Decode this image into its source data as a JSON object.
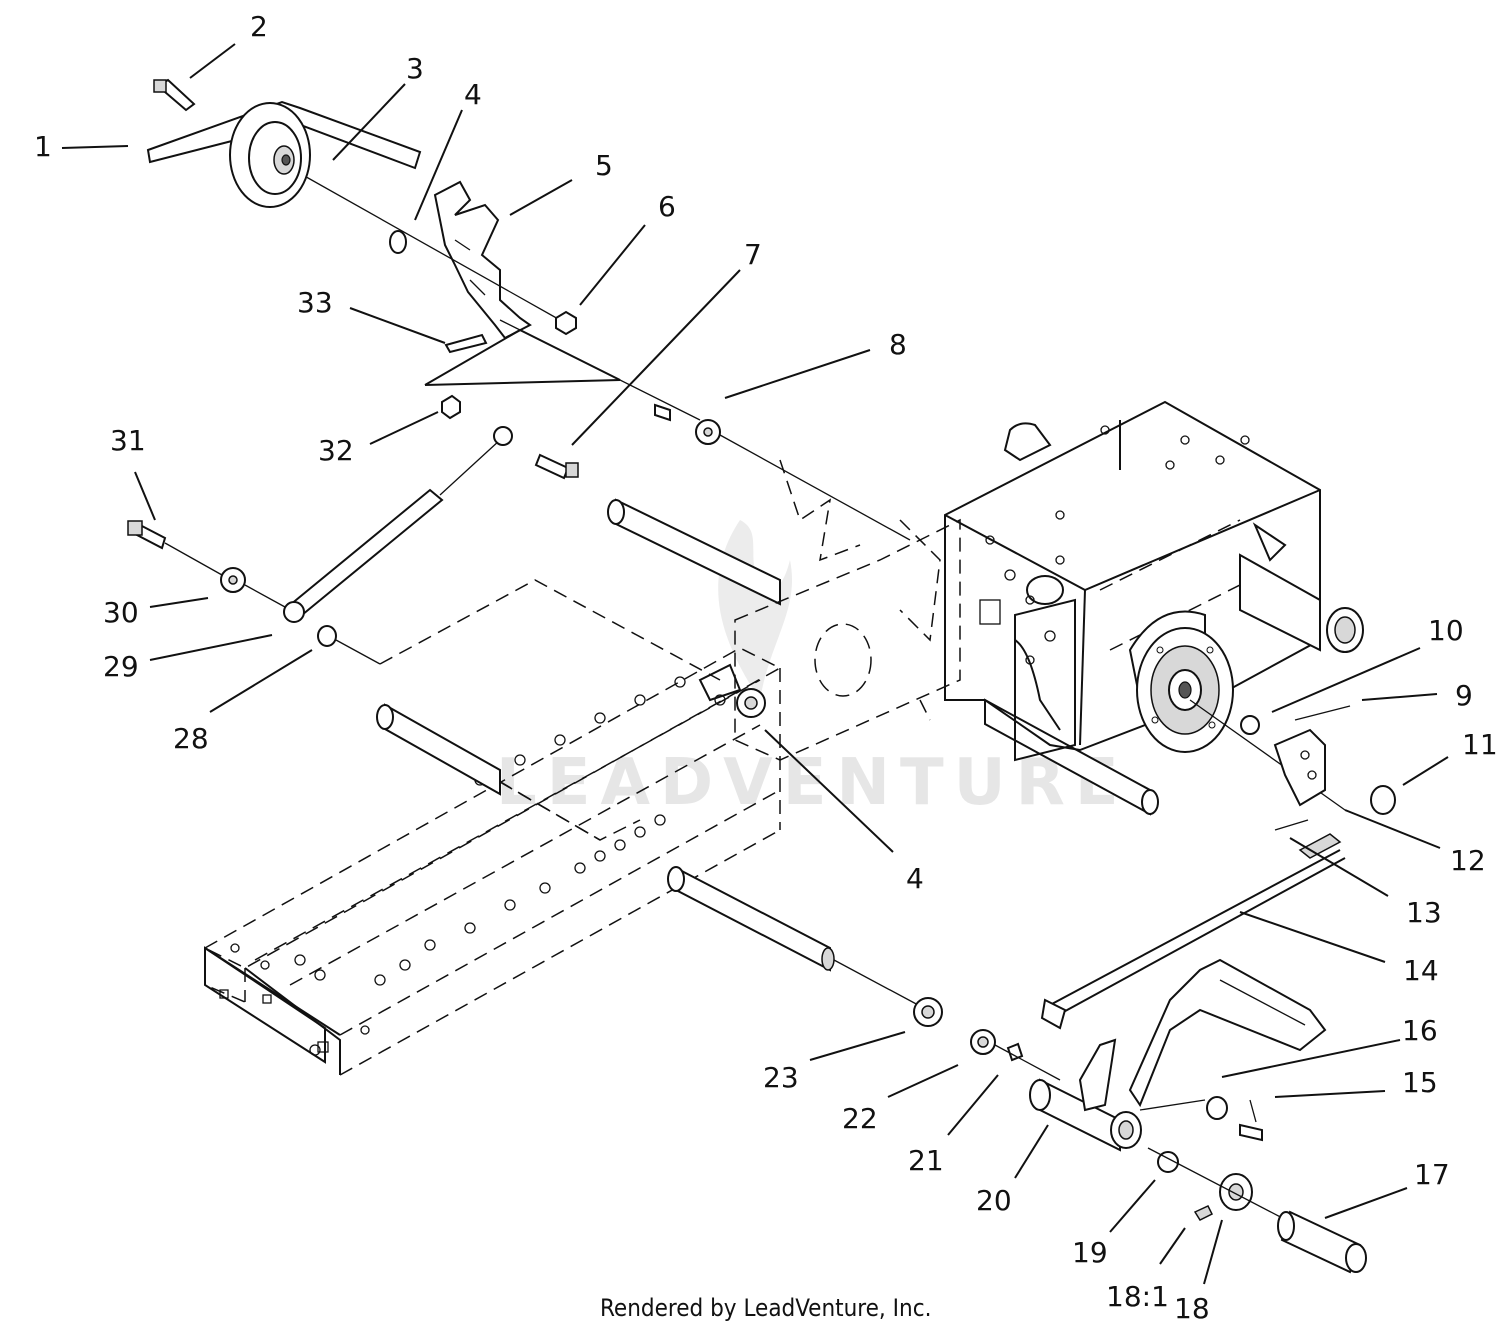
{
  "diagram": {
    "footer": "Rendered by LeadVenture, Inc.",
    "watermark": "LEADVENTURE",
    "callouts": [
      {
        "id": "c1",
        "label": "1"
      },
      {
        "id": "c2",
        "label": "2"
      },
      {
        "id": "c3",
        "label": "3"
      },
      {
        "id": "c4a",
        "label": "4"
      },
      {
        "id": "c5",
        "label": "5"
      },
      {
        "id": "c6",
        "label": "6"
      },
      {
        "id": "c7",
        "label": "7"
      },
      {
        "id": "c33",
        "label": "33"
      },
      {
        "id": "c8",
        "label": "8"
      },
      {
        "id": "c31",
        "label": "31"
      },
      {
        "id": "c32",
        "label": "32"
      },
      {
        "id": "c30",
        "label": "30"
      },
      {
        "id": "c29",
        "label": "29"
      },
      {
        "id": "c28",
        "label": "28"
      },
      {
        "id": "c4b",
        "label": "4"
      },
      {
        "id": "c10",
        "label": "10"
      },
      {
        "id": "c9",
        "label": "9"
      },
      {
        "id": "c11",
        "label": "11"
      },
      {
        "id": "c12",
        "label": "12"
      },
      {
        "id": "c13",
        "label": "13"
      },
      {
        "id": "c14",
        "label": "14"
      },
      {
        "id": "c16",
        "label": "16"
      },
      {
        "id": "c15",
        "label": "15"
      },
      {
        "id": "c23",
        "label": "23"
      },
      {
        "id": "c22",
        "label": "22"
      },
      {
        "id": "c21",
        "label": "21"
      },
      {
        "id": "c20",
        "label": "20"
      },
      {
        "id": "c19",
        "label": "19"
      },
      {
        "id": "c17",
        "label": "17"
      },
      {
        "id": "c18_1",
        "label": "18:1"
      },
      {
        "id": "c18",
        "label": "18"
      }
    ]
  }
}
